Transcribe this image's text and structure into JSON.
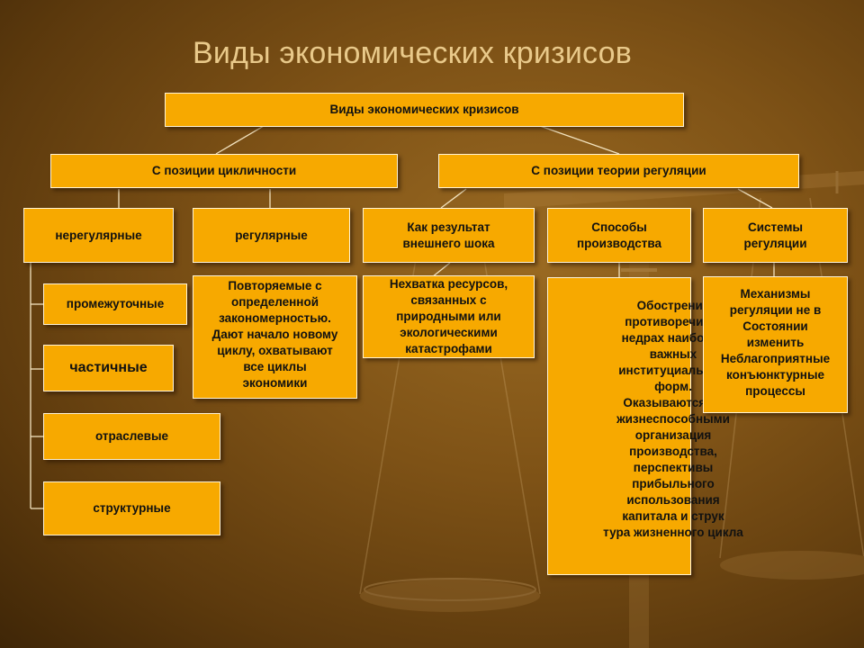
{
  "slide": {
    "title": "Виды экономических кризисов"
  },
  "diagram": {
    "root": "Виды экономических кризисов",
    "branch_left": "С позиции цикличности",
    "branch_right": "С позиции теории регуляции",
    "left": {
      "irregular": "нерегулярные",
      "regular": "регулярные",
      "regular_desc": "Повторяемые с\nопределенной\nзакономерностью.\nДают начало новому\nциклу, охватывают\nвсе циклы\nэкономики",
      "irregular_types": [
        "промежуточные",
        "частичные",
        "отраслевые",
        "структурные"
      ]
    },
    "right": {
      "external": "Как результат\nвнешнего шока",
      "external_desc": "Нехватка ресурсов,\nсвязанных с\nприродными или\nэкологическими\nкатастрофами",
      "production": "Способы\nпроизводства",
      "production_desc": "Обострение\nпротиворечий в\nнедрах наиболее\nважных\nинституциальных\nформ.\nОказываются не\nжизнеспособными\nорганизация\nпроизводства,\nперспективы\nприбыльного\nиспользования\nкапитала и струк\nтура жизненного цикла",
      "regulation": "Системы\nрегуляции",
      "regulation_desc": "Механизмы\nрегуляции не в\nСостоянии\nизменить\nНеблагоприятные\nконъюнктурные\nпроцессы"
    }
  },
  "colors": {
    "box_fill": "#f7a900",
    "box_border": "#fff3d6",
    "title": "#e9c98a",
    "connector": "#f3e3bf"
  }
}
